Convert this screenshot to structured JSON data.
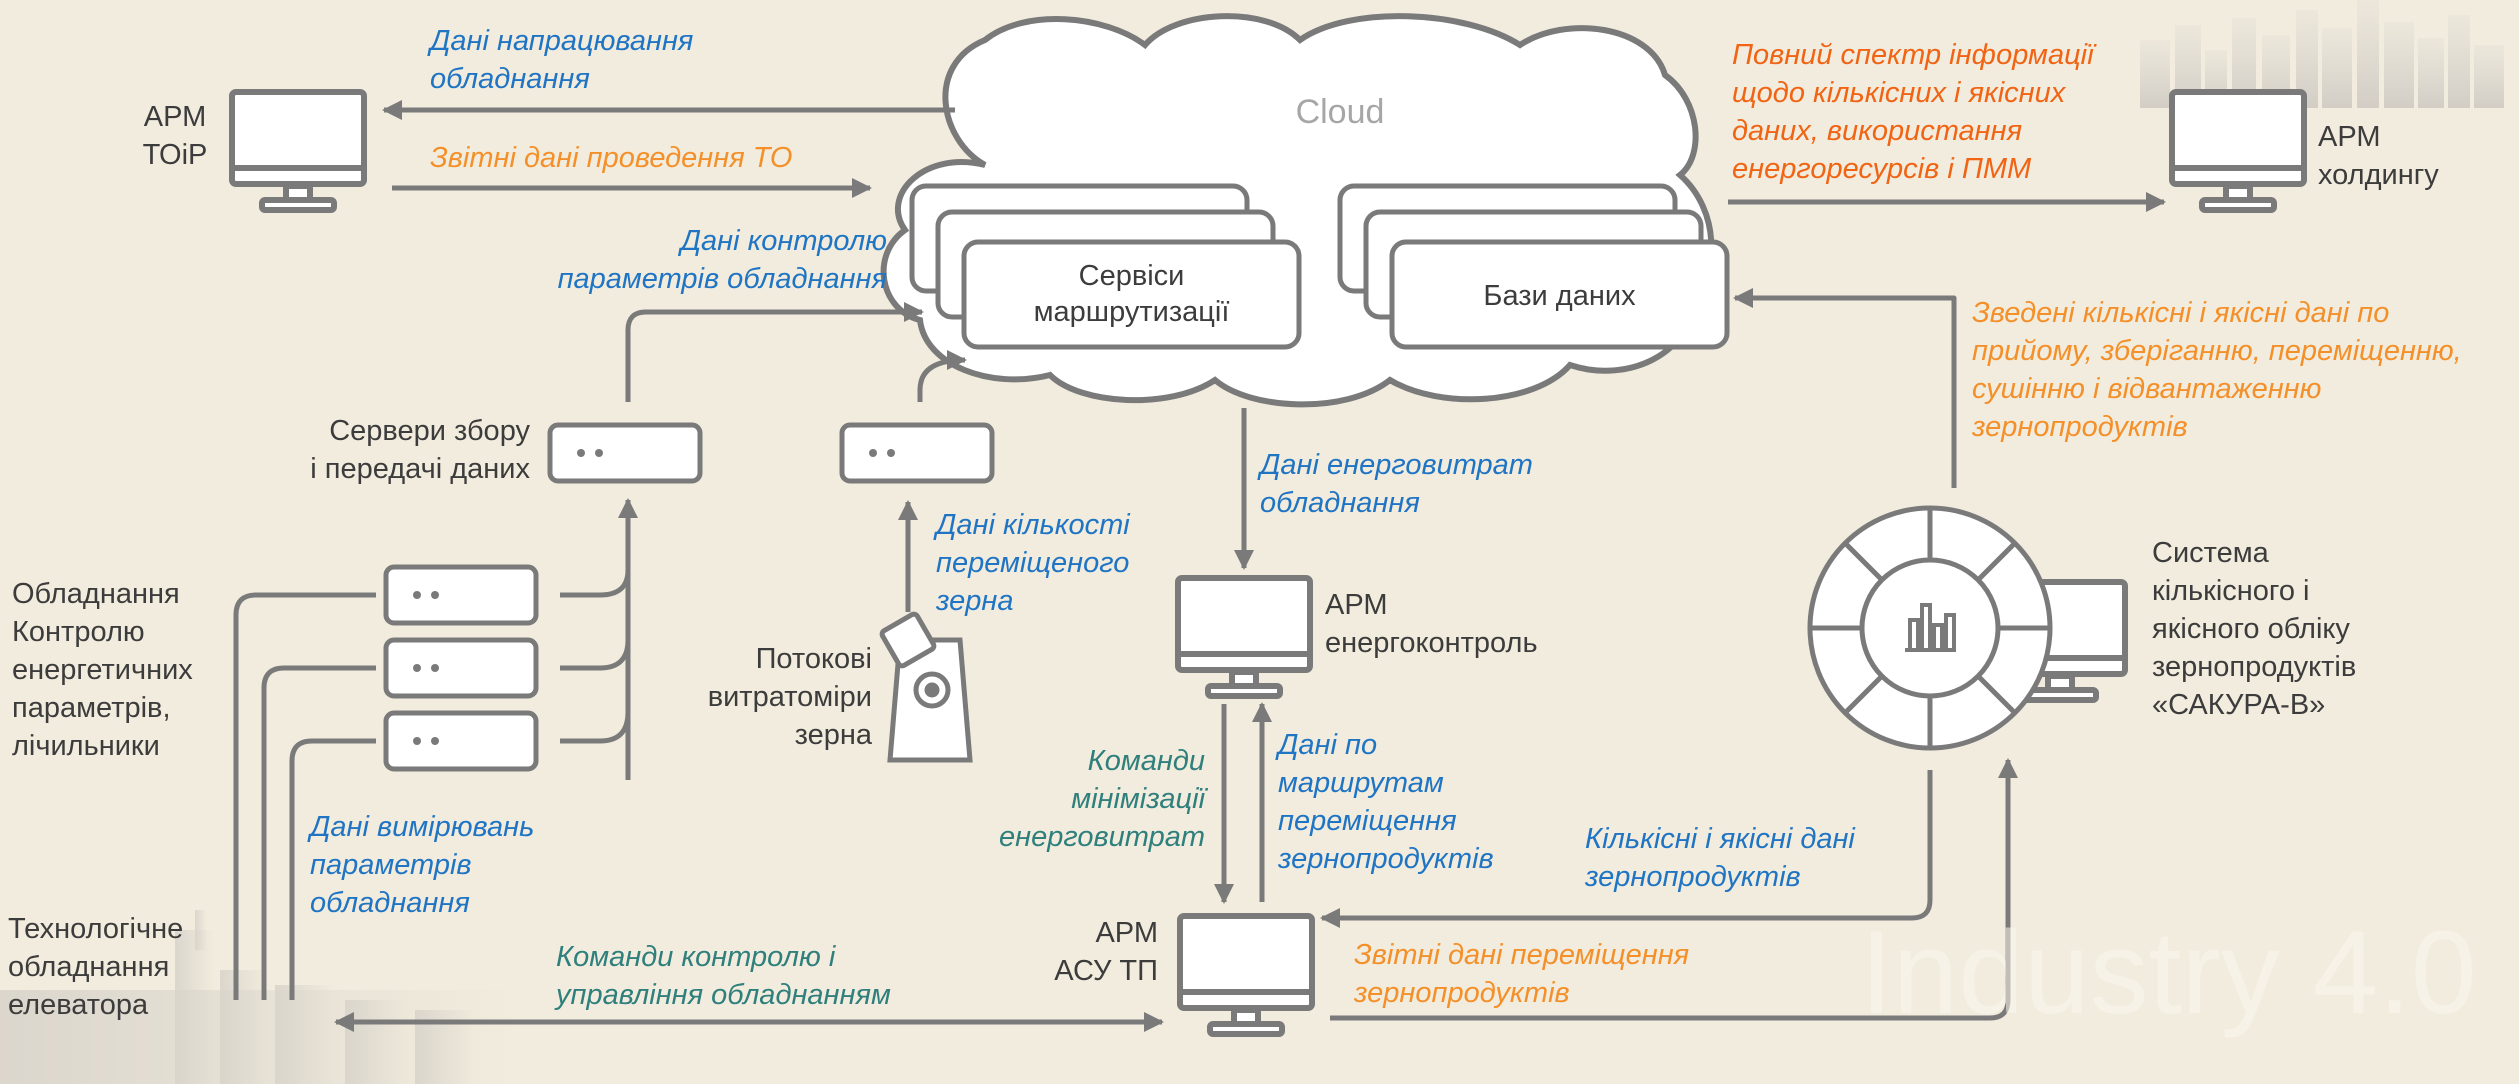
{
  "cloud": {
    "title": "Cloud"
  },
  "boxes": {
    "routing_services": "Сервіси\nмаршрутизації",
    "databases": "Бази даних"
  },
  "nodes": {
    "arm_toir": "АРМ\nТОіР",
    "arm_holding": "АРМ\nхолдингу",
    "servers": "Сервери збору\nі передачі даних",
    "equipment_control": "Обладнання\nКонтролю\nенергетичних\nпараметрів,\nлічильники",
    "flowmeters": "Потокові\nвитратоміри\nзерна",
    "arm_energy": "АРМ\nенергоконтроль",
    "sakura": "Система\nкількісного і\nякісного обліку\nзернопродуктів\n«САКУРА-В»",
    "elevator": "Технологічне\nобладнання\nелеватора",
    "arm_asu": "АРМ\nАСУ ТП"
  },
  "flows": {
    "equipment_runtime": "Дані напрацювання\nобладнання",
    "to_reports": "Звітні дані проведення ТО",
    "full_spectrum": "Повний спектр інформації\nщодо кількісних і якісних\nданих, використання\nенергоресурсів і ПММ",
    "param_control": "Дані контролю\nпараметрів обладнання",
    "consolidated": "Зведені кількісні і якісні дані по\nприйому, зберіганню, переміщенню,\nсушінню і відвантаженню\nзернопродуктів",
    "energy_consumption": "Дані енерговитрат\nобладнання",
    "grain_quantity": "Дані кількості\nпереміщеного\nзерна",
    "measurement": "Дані вимірювань\nпараметрів\nобладнання",
    "minimize_cmds": "Команди\nмінімізації\nенерговитрат",
    "route_data": "Дані по\nмаршрутам\nпереміщення\nзернопродуктів",
    "qty_quality": "Кількісні і якісні дані\nзернопродуктів",
    "control_cmds": "Команди контролю і\nуправління обладнанням",
    "movement_reports": "Звітні дані переміщення\nзернопродуктів"
  },
  "watermark": "Industry 4.0",
  "colors": {
    "background": "#f2ecde",
    "line": "#7a7a7a",
    "blue": "#1f74c4",
    "orange": "#f4902a",
    "red_orange": "#f06414",
    "teal": "#2f7f7c",
    "text": "#3c3c3c"
  }
}
